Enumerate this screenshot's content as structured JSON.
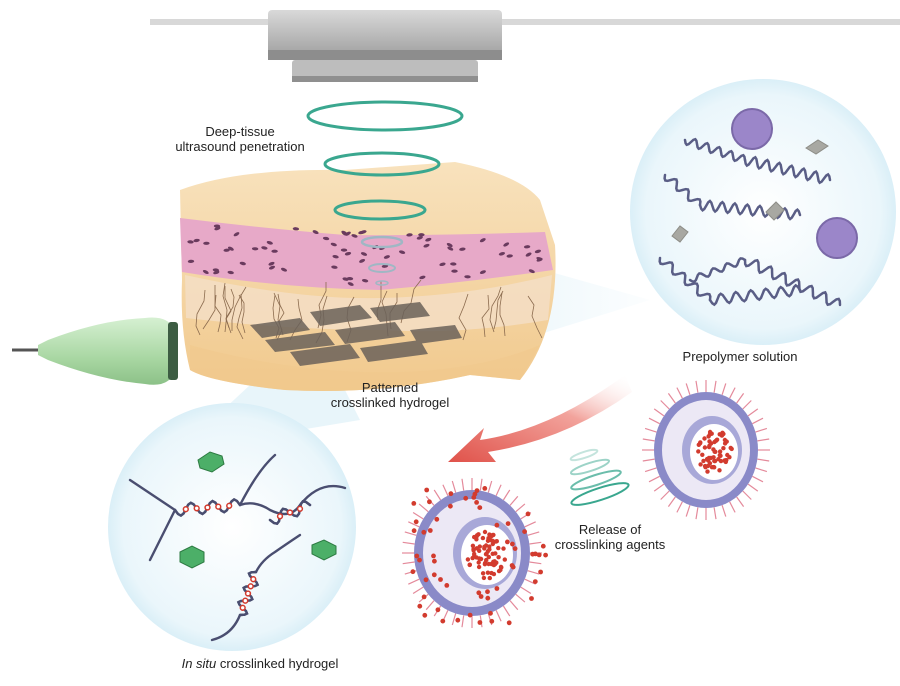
{
  "labels": {
    "deep_line1": "Deep-tissue",
    "deep_line2": "ultrasound penetration",
    "patterned_line1": "Patterned",
    "patterned_line2": "crosslinked hydrogel",
    "prepolymer": "Prepolymer solution",
    "release_line1": "Release of",
    "release_line2": "crosslinking agents",
    "insitu_italic": "In situ",
    "insitu_rest": " crosslinked hydrogel"
  },
  "colors": {
    "ring": "#3aa78f",
    "tissue_top": "#f6d7a8",
    "skin": "#e7a9c8",
    "nucleus": "#6a3b5e",
    "probe": "#b8e0b6",
    "circle_fill": "#eaf6fb",
    "arrow": "#e0524a",
    "liposome": "#8a8ac8",
    "particle": "#d23b2e",
    "crosslinker": "#4caf68"
  }
}
